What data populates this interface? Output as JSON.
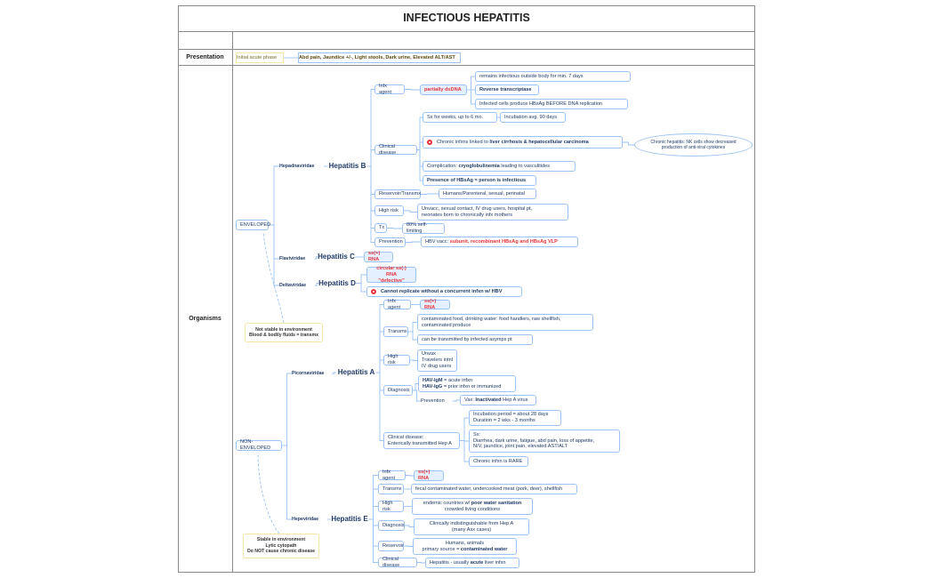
{
  "title": "INFECTIOUS HEPATITIS",
  "rows": {
    "presentation": "Presentation",
    "organisms": "Organisms"
  },
  "nodes": [
    {
      "id": "pres_phase",
      "kind": "pres1",
      "parts": [
        {
          "t": "Initial acute phase"
        }
      ]
    },
    {
      "id": "pres_sx",
      "kind": "pres2",
      "parts": [
        {
          "t": "Abd pain, Jaundice +/-, Light stools, Dark urine, Elevated ALT/AST"
        }
      ]
    },
    {
      "id": "env",
      "kind": "box",
      "parts": [
        {
          "t": "ENVELOPED"
        }
      ]
    },
    {
      "id": "nonenv",
      "kind": "box",
      "parts": [
        {
          "t": "NON-ENVELOPED"
        }
      ]
    },
    {
      "id": "note_env",
      "kind": "note",
      "parts": [
        {
          "t": "Not stable in environment\nBlood & bodily fluids = transmx"
        }
      ]
    },
    {
      "id": "note_nonenv",
      "kind": "note",
      "parts": [
        {
          "t": "Stable in environment\nLytic cytopath\nDo NOT cause chronic disease"
        }
      ]
    },
    {
      "id": "fam_hepadna",
      "kind": "label",
      "parts": [
        {
          "t": "Hepadnaviridae"
        }
      ]
    },
    {
      "id": "hepb",
      "kind": "big",
      "parts": [
        {
          "t": "Hepatitis B"
        }
      ]
    },
    {
      "id": "b_infx",
      "kind": "box",
      "parts": [
        {
          "t": "Infx agent"
        }
      ]
    },
    {
      "id": "b_dsdna",
      "kind": "box hl",
      "parts": [
        {
          "t": "partially dsDNA",
          "s": "r"
        }
      ]
    },
    {
      "id": "b_out",
      "kind": "box",
      "parts": [
        {
          "t": "remains infectious outside body for min. 7 days"
        }
      ]
    },
    {
      "id": "b_rt",
      "kind": "box",
      "parts": [
        {
          "t": "Reverse transcriptase",
          "s": "b"
        }
      ]
    },
    {
      "id": "b_hbsag",
      "kind": "box",
      "parts": [
        {
          "t": "Infected cells produce HBsAg BEFORE DNA replication"
        }
      ]
    },
    {
      "id": "b_clin",
      "kind": "box",
      "parts": [
        {
          "t": "Clinical disease"
        }
      ]
    },
    {
      "id": "b_sx",
      "kind": "box",
      "parts": [
        {
          "t": "Sx for weeks, up to 6 mo."
        }
      ]
    },
    {
      "id": "b_incub",
      "kind": "box",
      "parts": [
        {
          "t": "Incubation avg. 90 days"
        }
      ]
    },
    {
      "id": "b_chronic",
      "kind": "box",
      "icon": "warning-icon",
      "parts": [
        {
          "t": "Chronic infxns linked to "
        },
        {
          "t": "liver cirrhosis & hepatocellular carcinoma",
          "s": "b"
        }
      ]
    },
    {
      "id": "b_nk",
      "kind": "ellipse",
      "parts": [
        {
          "t": "Chronic hepatitis: NK cells show decreased\nproduction of anti-viral cytokines"
        }
      ]
    },
    {
      "id": "b_compl",
      "kind": "box",
      "parts": [
        {
          "t": "Complication: "
        },
        {
          "t": "cryoglobulinemia",
          "s": "b"
        },
        {
          "t": " leading to vasculitides"
        }
      ]
    },
    {
      "id": "b_presence",
      "kind": "box",
      "parts": [
        {
          "t": "Presence of HBsAg = person is infectious",
          "s": "b"
        }
      ]
    },
    {
      "id": "b_res",
      "kind": "box",
      "parts": [
        {
          "t": "Reservoir/Transmx"
        }
      ]
    },
    {
      "id": "b_res_v",
      "kind": "box",
      "parts": [
        {
          "t": "Humans/Parenteral, sexual, perinatal"
        }
      ]
    },
    {
      "id": "b_risk",
      "kind": "box",
      "parts": [
        {
          "t": "High risk"
        }
      ]
    },
    {
      "id": "b_risk_v",
      "kind": "box",
      "parts": [
        {
          "t": "Unvacc, sexual contact, IV drug users, hospital pt,\nneonates born to chronically infx mothers"
        }
      ]
    },
    {
      "id": "b_tx",
      "kind": "box",
      "parts": [
        {
          "t": "Tx"
        }
      ]
    },
    {
      "id": "b_tx_v",
      "kind": "box",
      "parts": [
        {
          "t": "80% self-limiting"
        }
      ]
    },
    {
      "id": "b_prev",
      "kind": "box",
      "parts": [
        {
          "t": "Prevention"
        }
      ]
    },
    {
      "id": "b_prev_v",
      "kind": "box",
      "parts": [
        {
          "t": "HBV vacc: "
        },
        {
          "t": "subunit, recombinant HBsAg and HBsAg VLP",
          "s": "r"
        }
      ]
    },
    {
      "id": "fam_flavi",
      "kind": "label",
      "parts": [
        {
          "t": "Flaviviridae"
        }
      ]
    },
    {
      "id": "hepc",
      "kind": "big",
      "parts": [
        {
          "t": "Hepatitis C"
        }
      ]
    },
    {
      "id": "c_rna",
      "kind": "box hl",
      "parts": [
        {
          "t": "ss(+) RNA",
          "s": "r"
        }
      ]
    },
    {
      "id": "fam_delta",
      "kind": "label",
      "parts": [
        {
          "t": "Deltaviridae"
        }
      ]
    },
    {
      "id": "hepd",
      "kind": "big",
      "parts": [
        {
          "t": "Hepatitis D"
        }
      ]
    },
    {
      "id": "d_rna",
      "kind": "box hl center",
      "parts": [
        {
          "t": "circular ss(-) RNA\n\"defective\"",
          "s": "r"
        }
      ]
    },
    {
      "id": "d_cannot",
      "kind": "box",
      "icon": "warning-icon",
      "parts": [
        {
          "t": "Cannot replicate without a concurrent infxn w/ HBV",
          "s": "b"
        }
      ]
    },
    {
      "id": "fam_picorna",
      "kind": "label",
      "parts": [
        {
          "t": "Picornaviridae"
        }
      ]
    },
    {
      "id": "hepa",
      "kind": "big",
      "parts": [
        {
          "t": "Hepatitis A"
        }
      ]
    },
    {
      "id": "a_infx",
      "kind": "box",
      "parts": [
        {
          "t": "Infx agent"
        }
      ]
    },
    {
      "id": "a_rna",
      "kind": "box hl",
      "parts": [
        {
          "t": "ss(+) RNA",
          "s": "r"
        }
      ]
    },
    {
      "id": "a_trans",
      "kind": "box",
      "parts": [
        {
          "t": "Transmx"
        }
      ]
    },
    {
      "id": "a_trans1",
      "kind": "box",
      "parts": [
        {
          "t": "contaminated food, drinking water: food handlers, raw shellfish,\ncontaminated produce"
        }
      ]
    },
    {
      "id": "a_trans2",
      "kind": "box",
      "parts": [
        {
          "t": "can be transmitted by infected asympx pt"
        }
      ]
    },
    {
      "id": "a_risk",
      "kind": "box",
      "parts": [
        {
          "t": "High risk"
        }
      ]
    },
    {
      "id": "a_risk_v",
      "kind": "box",
      "parts": [
        {
          "t": "Unvax\nTravelers intnl\nIV drug users"
        }
      ]
    },
    {
      "id": "a_diag",
      "kind": "box",
      "parts": [
        {
          "t": "Diagnosis"
        }
      ]
    },
    {
      "id": "a_diag_v",
      "kind": "box",
      "parts": [
        {
          "t": "HAV-IgM",
          "s": "b"
        },
        {
          "t": " = acute infxn\n"
        },
        {
          "t": "HAV-IgG",
          "s": "b"
        },
        {
          "t": " = prior infxn or immunized"
        }
      ]
    },
    {
      "id": "a_prev",
      "kind": "plain",
      "parts": [
        {
          "t": "Prevention"
        }
      ]
    },
    {
      "id": "a_prev_v",
      "kind": "box",
      "parts": [
        {
          "t": "Vax: "
        },
        {
          "t": "Inactivated",
          "s": "b"
        },
        {
          "t": " Hep A virus"
        }
      ]
    },
    {
      "id": "a_clin",
      "kind": "box",
      "parts": [
        {
          "t": "Clinical disease:\nEnterically transmitted Hep A"
        }
      ]
    },
    {
      "id": "a_incub",
      "kind": "box",
      "parts": [
        {
          "t": "Incubation period = about 28 days\nDuration = 2 wks - 3 months"
        }
      ]
    },
    {
      "id": "a_sx",
      "kind": "box",
      "parts": [
        {
          "t": "Sx:\nDiarrhea, dark urine, fatigue, abd pain, loss of appetite,\nN/V, jaundice, joint pain, elevated AST/ALT"
        }
      ]
    },
    {
      "id": "a_rare",
      "kind": "box",
      "parts": [
        {
          "t": "Chronic infxn is RARE"
        }
      ]
    },
    {
      "id": "fam_hepe",
      "kind": "label",
      "parts": [
        {
          "t": "Hepeviridae"
        }
      ]
    },
    {
      "id": "hepe",
      "kind": "big",
      "parts": [
        {
          "t": "Hepatitis E"
        }
      ]
    },
    {
      "id": "e_infx",
      "kind": "box",
      "parts": [
        {
          "t": "Infx agent"
        }
      ]
    },
    {
      "id": "e_rna",
      "kind": "box hl",
      "parts": [
        {
          "t": "ss(+) RNA",
          "s": "r"
        }
      ]
    },
    {
      "id": "e_trans",
      "kind": "box",
      "parts": [
        {
          "t": "Transmx"
        }
      ]
    },
    {
      "id": "e_trans_v",
      "kind": "box",
      "parts": [
        {
          "t": "fecal contaminated water, undercooked meat (pork, deer), shellfish"
        }
      ]
    },
    {
      "id": "e_risk",
      "kind": "box",
      "parts": [
        {
          "t": "High risk"
        }
      ]
    },
    {
      "id": "e_risk_v",
      "kind": "box center",
      "parts": [
        {
          "t": "endemic countries w/ "
        },
        {
          "t": "poor water sanitation",
          "s": "b"
        },
        {
          "t": "\ncrowded living conditions"
        }
      ]
    },
    {
      "id": "e_diag",
      "kind": "box",
      "parts": [
        {
          "t": "Diagnosis"
        }
      ]
    },
    {
      "id": "e_diag_v",
      "kind": "box center",
      "parts": [
        {
          "t": "Clinically indistinguishable from Hep A\n(many Asx cases)"
        }
      ]
    },
    {
      "id": "e_res",
      "kind": "box",
      "parts": [
        {
          "t": "Reservoir"
        }
      ]
    },
    {
      "id": "e_res_v",
      "kind": "box center",
      "parts": [
        {
          "t": "Humans, animals\nprimary source = "
        },
        {
          "t": "contaminated water",
          "s": "b"
        }
      ]
    },
    {
      "id": "e_clin",
      "kind": "box",
      "parts": [
        {
          "t": "Clinical disease"
        }
      ]
    },
    {
      "id": "e_clin_v",
      "kind": "box",
      "parts": [
        {
          "t": "Hepatitis - usually "
        },
        {
          "t": "acute",
          "s": "b"
        },
        {
          "t": " liver infxn"
        }
      ]
    }
  ],
  "colors": {
    "connector": "#9cc3f5",
    "accent_red": "#e8333a",
    "text_navy": "#1f3a68",
    "note_border": "#f5e6a8"
  }
}
